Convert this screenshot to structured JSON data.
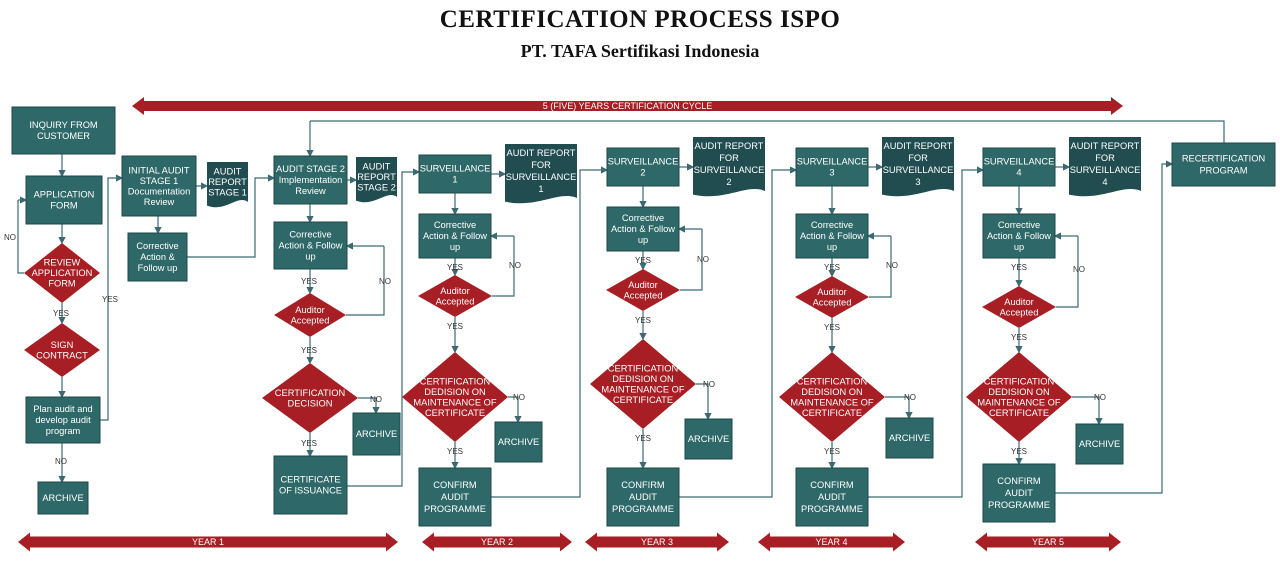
{
  "title": "CERTIFICATION PROCESS ISPO",
  "subtitle": "PT. TAFA Sertifikasi Indonesia",
  "colors": {
    "box": "#2f6868",
    "document": "#214c50",
    "diamond": "#a71e24",
    "arrow": "#a71e24",
    "connector": "#3d6a72"
  },
  "cycle_label": "5 (FIVE) YEARS CERTIFICATION CYCLE",
  "years": [
    "YEAR 1",
    "YEAR 2",
    "YEAR 3",
    "YEAR 4",
    "YEAR 5"
  ],
  "edge_labels": {
    "yes": "YES",
    "no": "NO"
  },
  "year1": {
    "inquiry": [
      "INQUIRY FROM",
      "CUSTOMER"
    ],
    "application": [
      "APPLICATION",
      "FORM"
    ],
    "review": [
      "REVIEW",
      "APPLICATION",
      "FORM"
    ],
    "sign": [
      "SIGN",
      "CONTRACT"
    ],
    "plan": [
      "Plan audit and",
      "develop audit",
      "program"
    ],
    "archive": [
      "ARCHIVE"
    ],
    "stage1": [
      "INITIAL AUDIT",
      "STAGE 1",
      "Documentation",
      "Review"
    ],
    "report1": [
      "AUDIT",
      "REPORT",
      "STAGE 1"
    ],
    "corrective1": [
      "Corrective",
      "Action &",
      "Follow up"
    ],
    "stage2": [
      "AUDIT STAGE 2",
      "Implementation",
      "Review"
    ],
    "report2": [
      "AUDIT",
      "REPORT",
      "STAGE 2"
    ],
    "corrective2": [
      "Corrective",
      "Action & Follow",
      "up"
    ],
    "accepted": [
      "Auditor",
      "Accepted"
    ],
    "decision": [
      "CERTIFICATION",
      "DECISION"
    ],
    "archive2": [
      "ARCHIVE"
    ],
    "issuance": [
      "CERTIFICATE",
      "OF ISSUANCE"
    ]
  },
  "surveillance": [
    {
      "title": [
        "SURVEILLANCE",
        "1"
      ],
      "report": [
        "AUDIT REPORT",
        "FOR",
        "SURVEILLANCE",
        "1"
      ]
    },
    {
      "title": [
        "SURVEILLANCE",
        "2"
      ],
      "report": [
        "AUDIT REPORT",
        "FOR",
        "SURVEILLANCE",
        "2"
      ]
    },
    {
      "title": [
        "SURVEILLANCE",
        "3"
      ],
      "report": [
        "AUDIT REPORT",
        "FOR",
        "SURVEILLANCE",
        "3"
      ]
    },
    {
      "title": [
        "SURVEILLANCE",
        "4"
      ],
      "report": [
        "AUDIT REPORT",
        "FOR",
        "SURVEILLANCE",
        "4"
      ]
    }
  ],
  "surveillance_common": {
    "corrective": [
      "Corrective",
      "Action & Follow",
      "up"
    ],
    "accepted": [
      "Auditor",
      "Accepted"
    ],
    "decision": [
      "CERTIFICATION",
      "DEDISION ON",
      "MAINTENANCE OF",
      "CERTIFICATE"
    ],
    "archive": [
      "ARCHIVE"
    ],
    "confirm": [
      "CONFIRM",
      "AUDIT",
      "PROGRAMME"
    ]
  },
  "recertification": [
    "RECERTIFICATION",
    "PROGRAM"
  ]
}
